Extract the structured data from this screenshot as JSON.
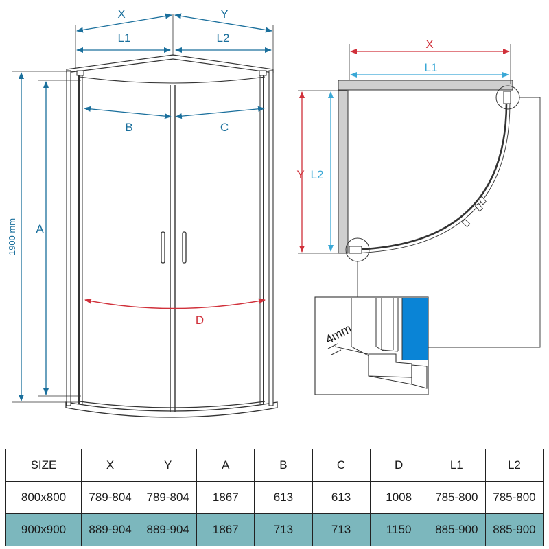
{
  "front_view": {
    "labels": {
      "x": "X",
      "y": "Y",
      "l1": "L1",
      "l2": "L2",
      "a": "A",
      "b": "B",
      "c": "C",
      "d": "D"
    },
    "height_label": "1900 mm"
  },
  "plan_view": {
    "labels": {
      "x": "X",
      "y": "Y",
      "l1": "L1",
      "l2": "L2"
    }
  },
  "detail": {
    "gap_label": "4mm"
  },
  "colors": {
    "dimension_blue": "#1a6f9c",
    "dimension_red": "#d0303a",
    "dimension_cyan": "#3aa8d6",
    "highlight_row": "#7cb7bd",
    "detail_panel": "#0a84d6"
  },
  "table": {
    "headers": [
      "SIZE",
      "X",
      "Y",
      "A",
      "B",
      "C",
      "D",
      "L1",
      "L2"
    ],
    "rows": [
      [
        "800x800",
        "789-804",
        "789-804",
        "1867",
        "613",
        "613",
        "1008",
        "785-800",
        "785-800"
      ],
      [
        "900x900",
        "889-904",
        "889-904",
        "1867",
        "713",
        "713",
        "1150",
        "885-900",
        "885-900"
      ]
    ],
    "highlighted_row": 1
  }
}
